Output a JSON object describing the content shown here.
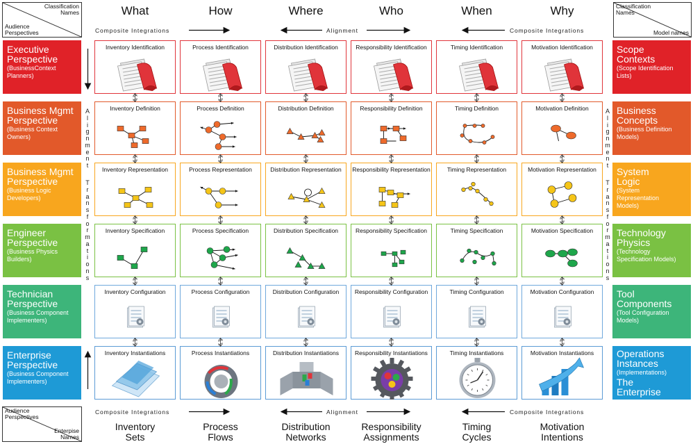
{
  "corners": {
    "top_left": {
      "top_right_text": "Classification\nNames",
      "bottom_left_text": "Audience\nPerspectives"
    },
    "top_right": {
      "top_left_text": "Classification\nNames",
      "bottom_right_text": "Model names"
    },
    "bottom_left": {
      "top_left_text": "Audience\nPerspectives",
      "bottom_right_text": "Enterpise\nNames"
    }
  },
  "columns": [
    {
      "header": "What",
      "footer": "Inventory\nSets"
    },
    {
      "header": "How",
      "footer": "Process\nFlows"
    },
    {
      "header": "Where",
      "footer": "Distribution\nNetworks"
    },
    {
      "header": "Who",
      "footer": "Responsibility\nAssignments"
    },
    {
      "header": "When",
      "footer": "Timing\nCycles"
    },
    {
      "header": "Why",
      "footer": "Motivation\nIntentions"
    }
  ],
  "integration_labels": {
    "composite_left": "Composite Integrations",
    "alignment": "Alignment",
    "composite_right": "Composite Integrations"
  },
  "vertical_labels": {
    "left": "Alignment",
    "right": "Transformations"
  },
  "rows": [
    {
      "title": "Executive\nPerspective",
      "subtitle": "(BusinessContext\nPlanners)",
      "right_title": "Scope\nContexts",
      "right_subtitle": "(Scope Identification\nLists)",
      "color": "#e02228",
      "kind": "document",
      "cells": [
        "Inventory Identification",
        "Process Identification",
        "Distribution Identification",
        "Responsibility Identification",
        "Timing Identification",
        "Motivation Identification"
      ]
    },
    {
      "title": "Business Mgmt\nPerspective",
      "subtitle": "(Business Context\nOwners)",
      "right_title": "Business\nConcepts",
      "right_subtitle": "(Business Definition\nModels)",
      "color": "#e2592a",
      "kind": "graph",
      "cells": [
        "Inventory Definition",
        "Process Definition",
        "Distribution Definition",
        "Responsibility Definition",
        "Timing Definition",
        "Motivation Definition"
      ]
    },
    {
      "title": "Business Mgmt\nPerspective",
      "subtitle": "(Business Logic\nDevelopers)",
      "right_title": "System\nLogic",
      "right_subtitle": "(System\nRepresentation\nModels)",
      "color": "#f8a61e",
      "kind": "graph",
      "cells": [
        "Inventory Representation",
        "Process Representation",
        "Distribution Representation",
        "Responsibility Representation",
        "Timing Representation",
        "Motivation Representation"
      ]
    },
    {
      "title": "Engineer\nPerspective",
      "subtitle": "(Business Physics\nBuilders)",
      "right_title": "Technology\nPhysics",
      "right_subtitle": "(Technology\nSpecification Models)",
      "color": "#7ac143",
      "kind": "graph",
      "cells": [
        "Inventory Specification",
        "Process Specification",
        "Distribution Specification",
        "Responsibility Specification",
        "Timing Specification",
        "Motivation Specification"
      ]
    },
    {
      "title": "Technician\nPerspective",
      "subtitle": "(Business Component\nImplementers)",
      "right_title": "Tool\nComponents",
      "right_subtitle": "(Tool Configuration\nModels)",
      "color": "#3db57a",
      "kind": "config",
      "cells": [
        "Inventory Configuration",
        "Process Configuration",
        "Distribution Configuration",
        "Responsibility Configuration",
        "Timing Configuration",
        "Motivation Configuration"
      ]
    },
    {
      "title": "Enterprise\nPerspective",
      "subtitle": "(Business Component\nImplementers)",
      "right_title": "Operations\nInstances",
      "right_subtitle": "(Implementations)",
      "right_extra": "The\nEnterprise",
      "color": "#1e9ad6",
      "kind": "instance",
      "cells": [
        "Inventory Instantiations",
        "Process Instantiations",
        "Distribution Instantiations",
        "Responsibility Instantiations",
        "Timing Instantiations",
        "Motivation Instantiations"
      ]
    }
  ],
  "colors": {
    "border": [
      "#e0343a",
      "#e2592a",
      "#f8a61e",
      "#7ac143",
      "#6fa8dc",
      "#5b9bd5"
    ],
    "node": [
      "#e0343a",
      "#ee6a2b",
      "#f5c518",
      "#1ea64b",
      "#6fa8dc",
      "#5b9bd5"
    ]
  },
  "icons": {
    "document": "document-icon",
    "config": "configuration-sheet-icon",
    "instances": [
      "transparent-layers-icon",
      "gear-cycle-icon",
      "network-hub-icon",
      "people-gear-icon",
      "stopwatch-icon",
      "rising-bars-icon"
    ]
  }
}
